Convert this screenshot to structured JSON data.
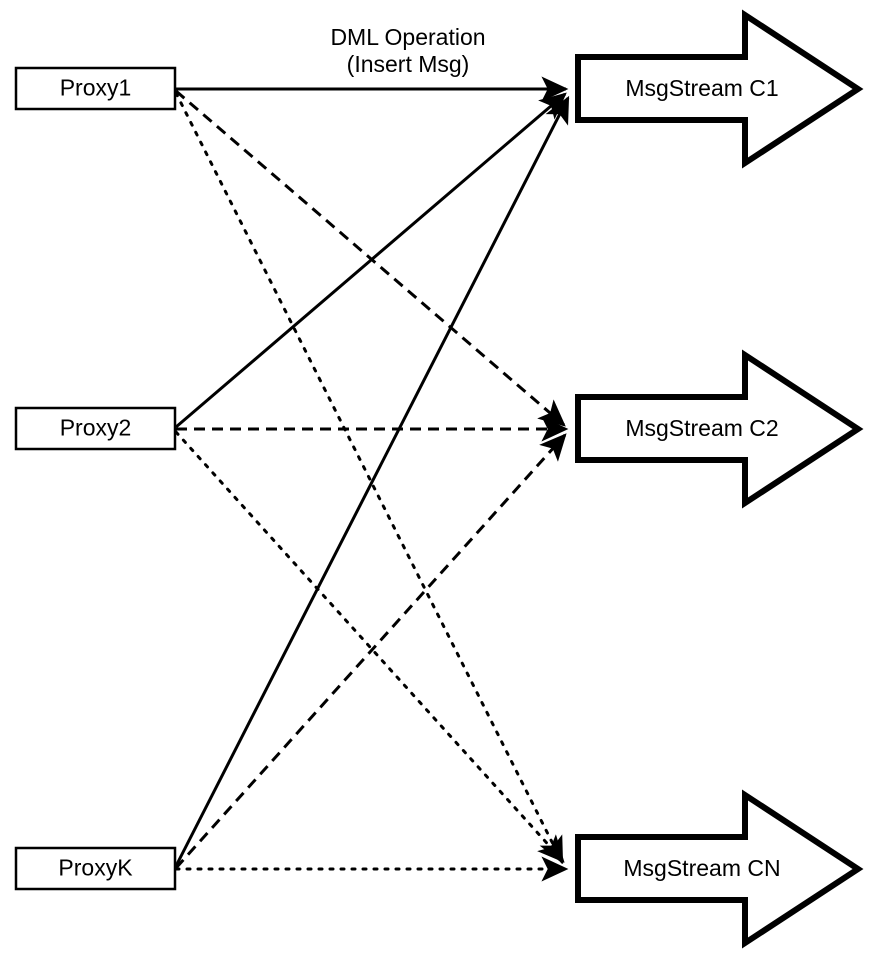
{
  "diagram": {
    "title": "Proxy to MsgStream DML routing diagram",
    "background_color": "#ffffff",
    "stroke_color": "#000000",
    "annotation": {
      "line1": "DML Operation",
      "line2": "(Insert Msg)"
    },
    "proxies": [
      {
        "id": "proxy1",
        "label": "Proxy1"
      },
      {
        "id": "proxy2",
        "label": "Proxy2"
      },
      {
        "id": "proxyK",
        "label": "ProxyK"
      }
    ],
    "streams": [
      {
        "id": "c1",
        "label": "MsgStream C1"
      },
      {
        "id": "c2",
        "label": "MsgStream C2"
      },
      {
        "id": "cn",
        "label": "MsgStream CN"
      }
    ],
    "edges": [
      {
        "from": "Proxy1",
        "to": "MsgStream C1",
        "style": "solid"
      },
      {
        "from": "Proxy1",
        "to": "MsgStream C2",
        "style": "dashed"
      },
      {
        "from": "Proxy1",
        "to": "MsgStream CN",
        "style": "dotted"
      },
      {
        "from": "Proxy2",
        "to": "MsgStream C1",
        "style": "solid"
      },
      {
        "from": "Proxy2",
        "to": "MsgStream C2",
        "style": "dashed"
      },
      {
        "from": "Proxy2",
        "to": "MsgStream CN",
        "style": "dotted"
      },
      {
        "from": "ProxyK",
        "to": "MsgStream C1",
        "style": "solid"
      },
      {
        "from": "ProxyK",
        "to": "MsgStream C2",
        "style": "dashed"
      },
      {
        "from": "ProxyK",
        "to": "MsgStream CN",
        "style": "dotted"
      }
    ]
  }
}
